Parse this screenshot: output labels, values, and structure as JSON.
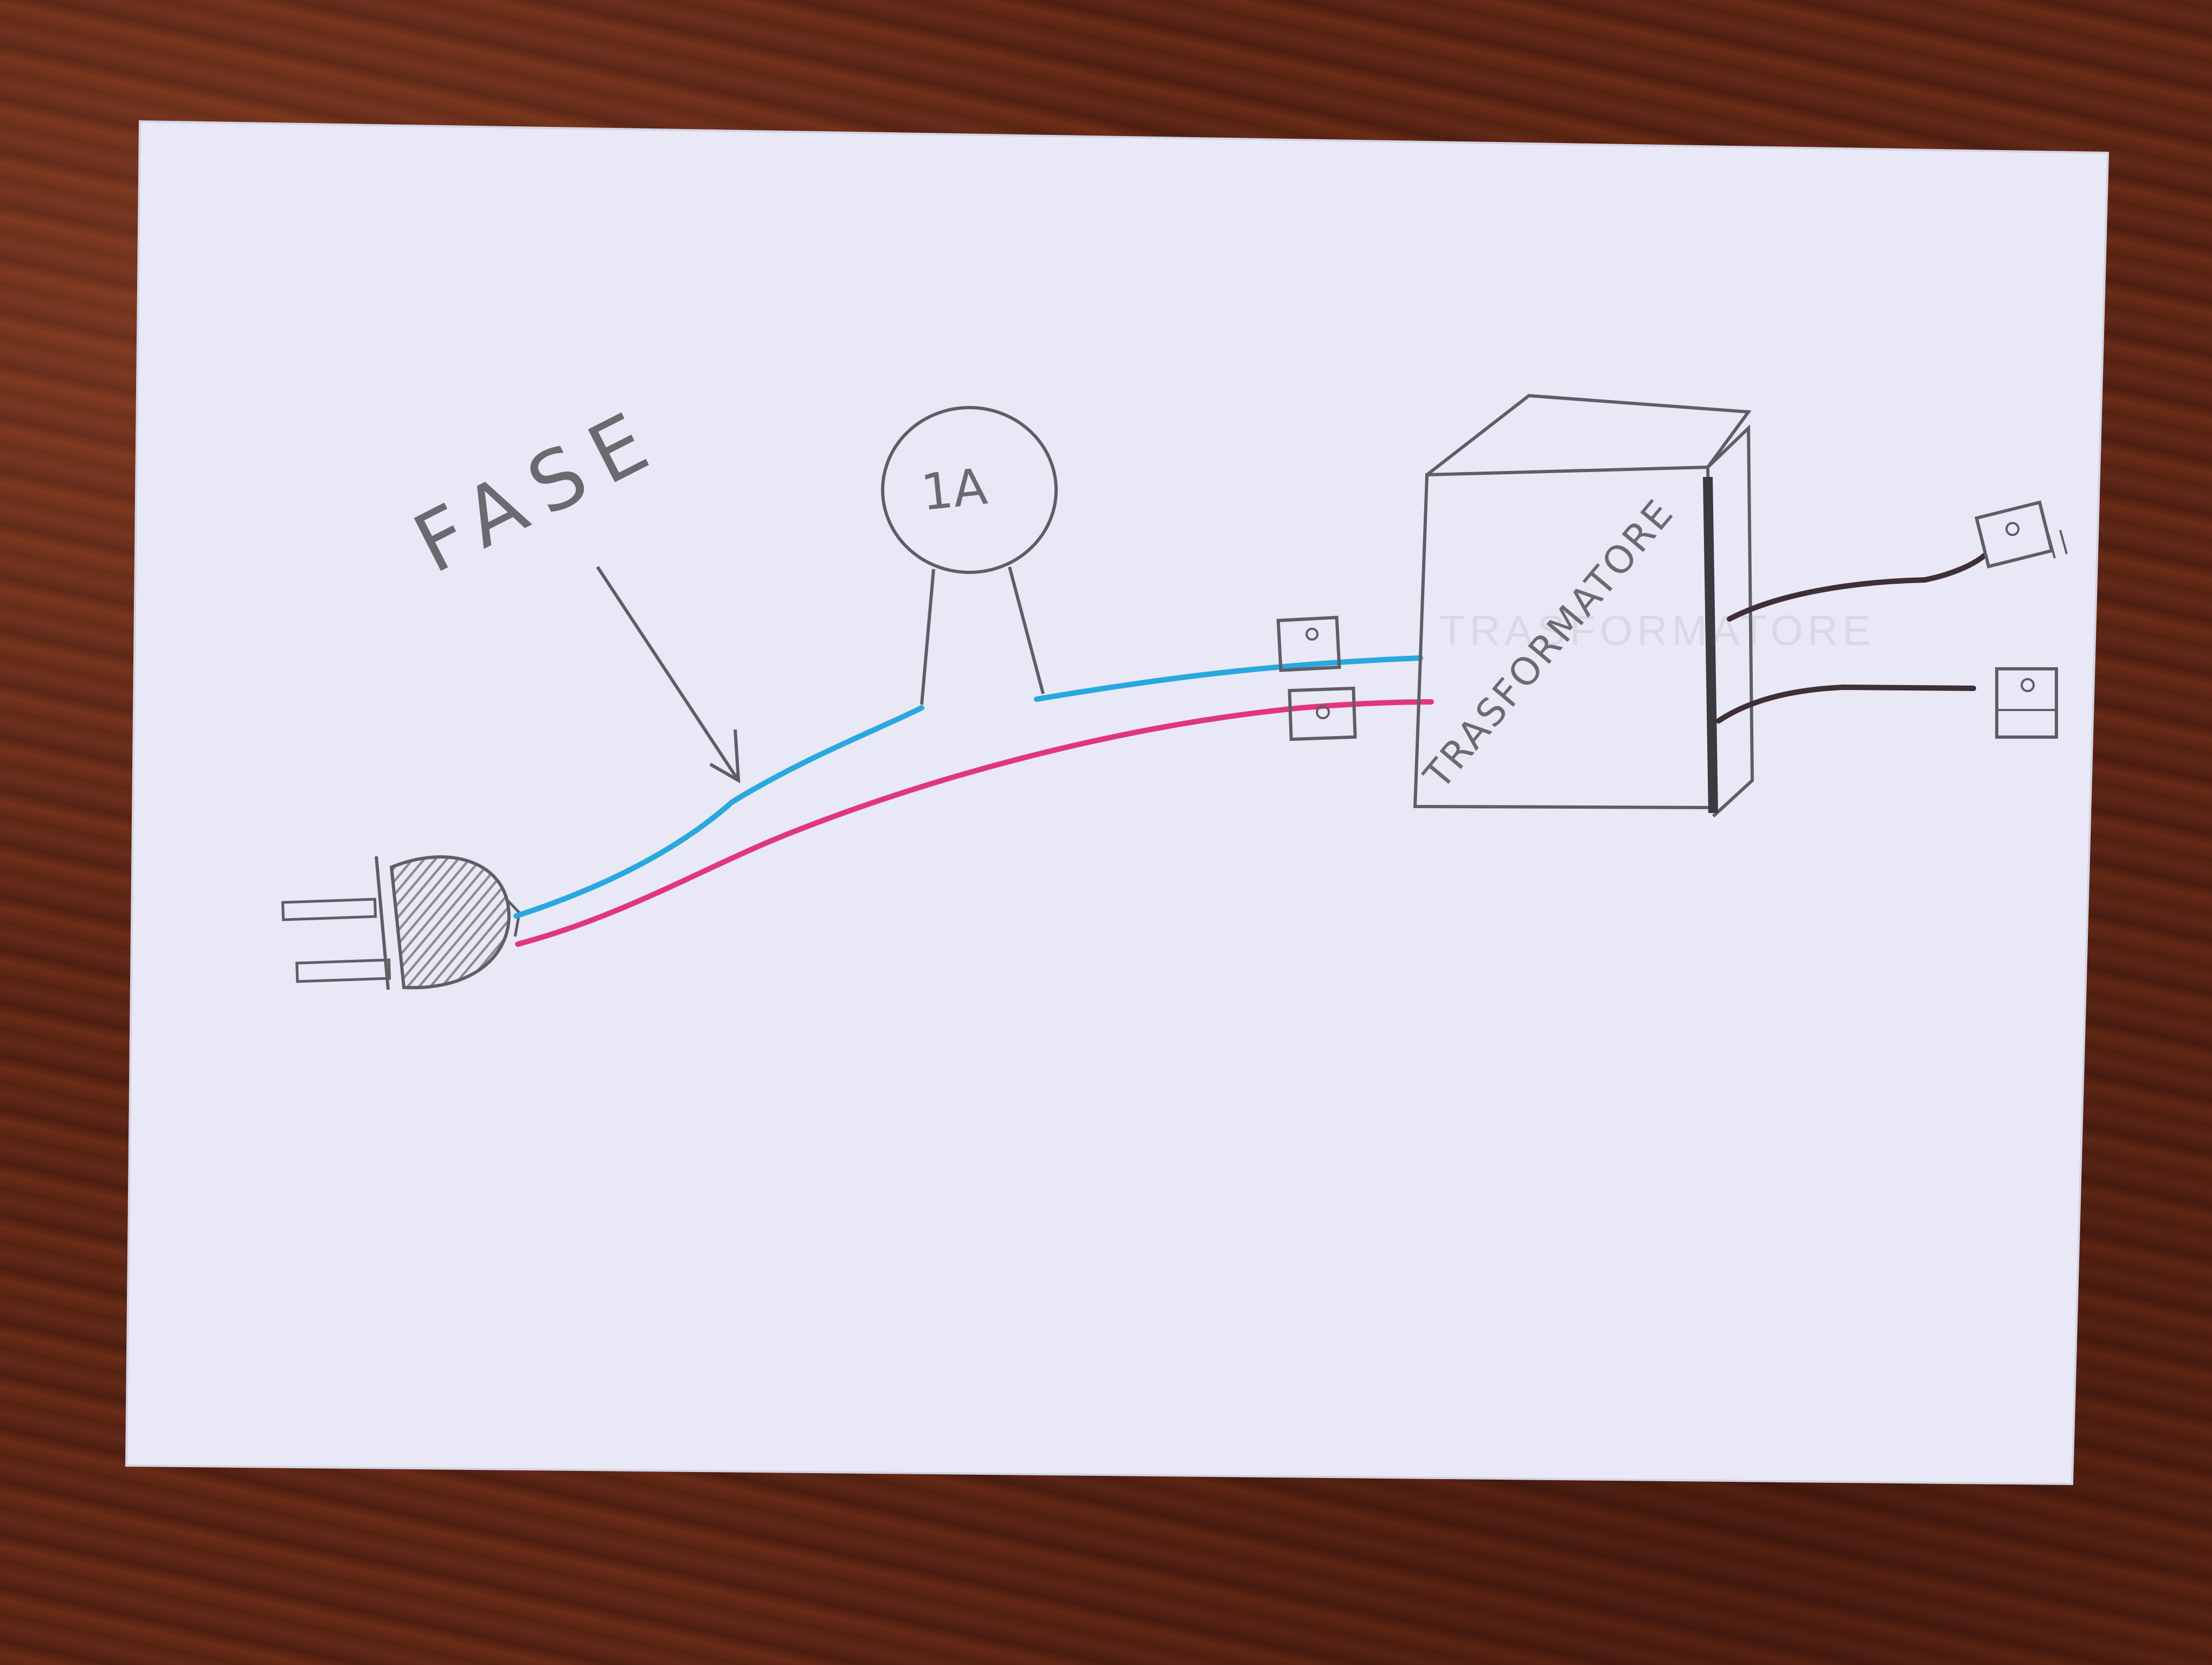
{
  "labels": {
    "phase": "FASE",
    "fuse": "1A",
    "transformer": "TRASFORMATORE",
    "transformer_ghost": "TRASFORMATORE"
  },
  "colors": {
    "background_wood": "#5c2616",
    "paper": "#e9e8f6",
    "pencil": "#5e5e64",
    "phase_wire": "#29a8df",
    "neutral_wire": "#e0377c",
    "output_wire": "#3f2f36"
  }
}
